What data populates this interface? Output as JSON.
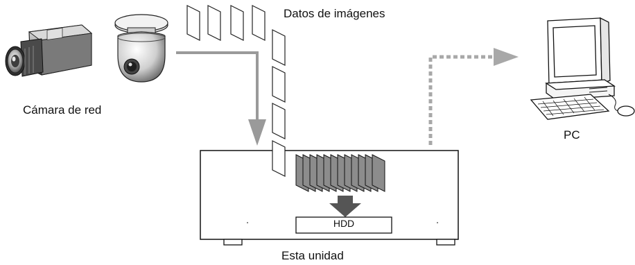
{
  "labels": {
    "camera": "Cámara de red",
    "image_data": "Datos de imágenes",
    "pc": "PC",
    "unit": "Esta unidad",
    "hdd": "HDD"
  },
  "colors": {
    "solid_arrow": "#9a9a9a",
    "dotted_arrow": "#a8a8a8",
    "stack_fill": "#8c8c8c",
    "down_arrow": "#555555",
    "outline": "#111111"
  },
  "icons": [
    "box-camera-icon",
    "dome-camera-icon",
    "image-frame-icon",
    "desktop-computer-icon",
    "recorder-unit-icon",
    "hard-disk-icon"
  ]
}
